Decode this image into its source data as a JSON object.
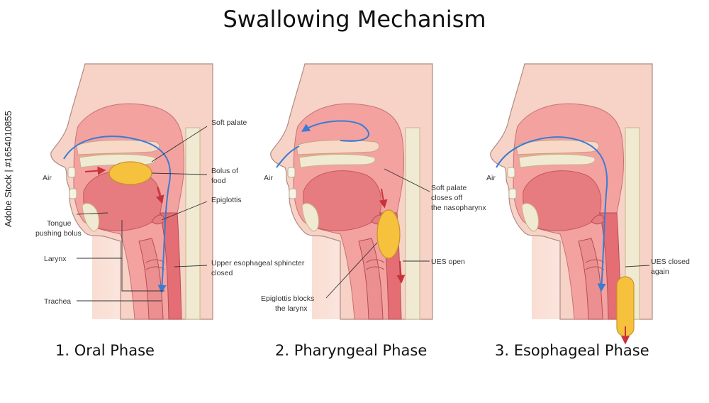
{
  "title": "Swallowing Mechanism",
  "watermark": "Adobe Stock | #1654010855",
  "colors": {
    "skin": "#f7d8cc",
    "tissue": "#f08a8a",
    "tissue_dark": "#e46e73",
    "bolus": "#f6c23e",
    "air_arrow": "#3a7bd5",
    "food_arrow": "#c8323a",
    "bone": "#f1ead2"
  },
  "panels": [
    {
      "phase_label": "1. Oral Phase",
      "labels": {
        "air": "Air",
        "soft_palate": "Soft palate",
        "bolus_1": "Bolus of",
        "bolus_2": "food",
        "epiglottis": "Epiglottis",
        "tongue_1": "Tongue",
        "tongue_2": "pushing bolus",
        "larynx": "Larynx",
        "ues_1": "Upper esophageal sphincter",
        "ues_2": "closed",
        "trachea": "Trachea"
      }
    },
    {
      "phase_label": "2. Pharyngeal Phase",
      "labels": {
        "air": "Air",
        "soft_palate_1": "Soft palate",
        "soft_palate_2": "closes off",
        "soft_palate_3": "the nasopharynx",
        "ues": "UES open",
        "epiglottis_1": "Epiglottis blocks",
        "epiglottis_2": "the larynx"
      }
    },
    {
      "phase_label": "3. Esophageal Phase",
      "labels": {
        "air": "Air",
        "ues_1": "UES closed",
        "ues_2": "again"
      }
    }
  ]
}
